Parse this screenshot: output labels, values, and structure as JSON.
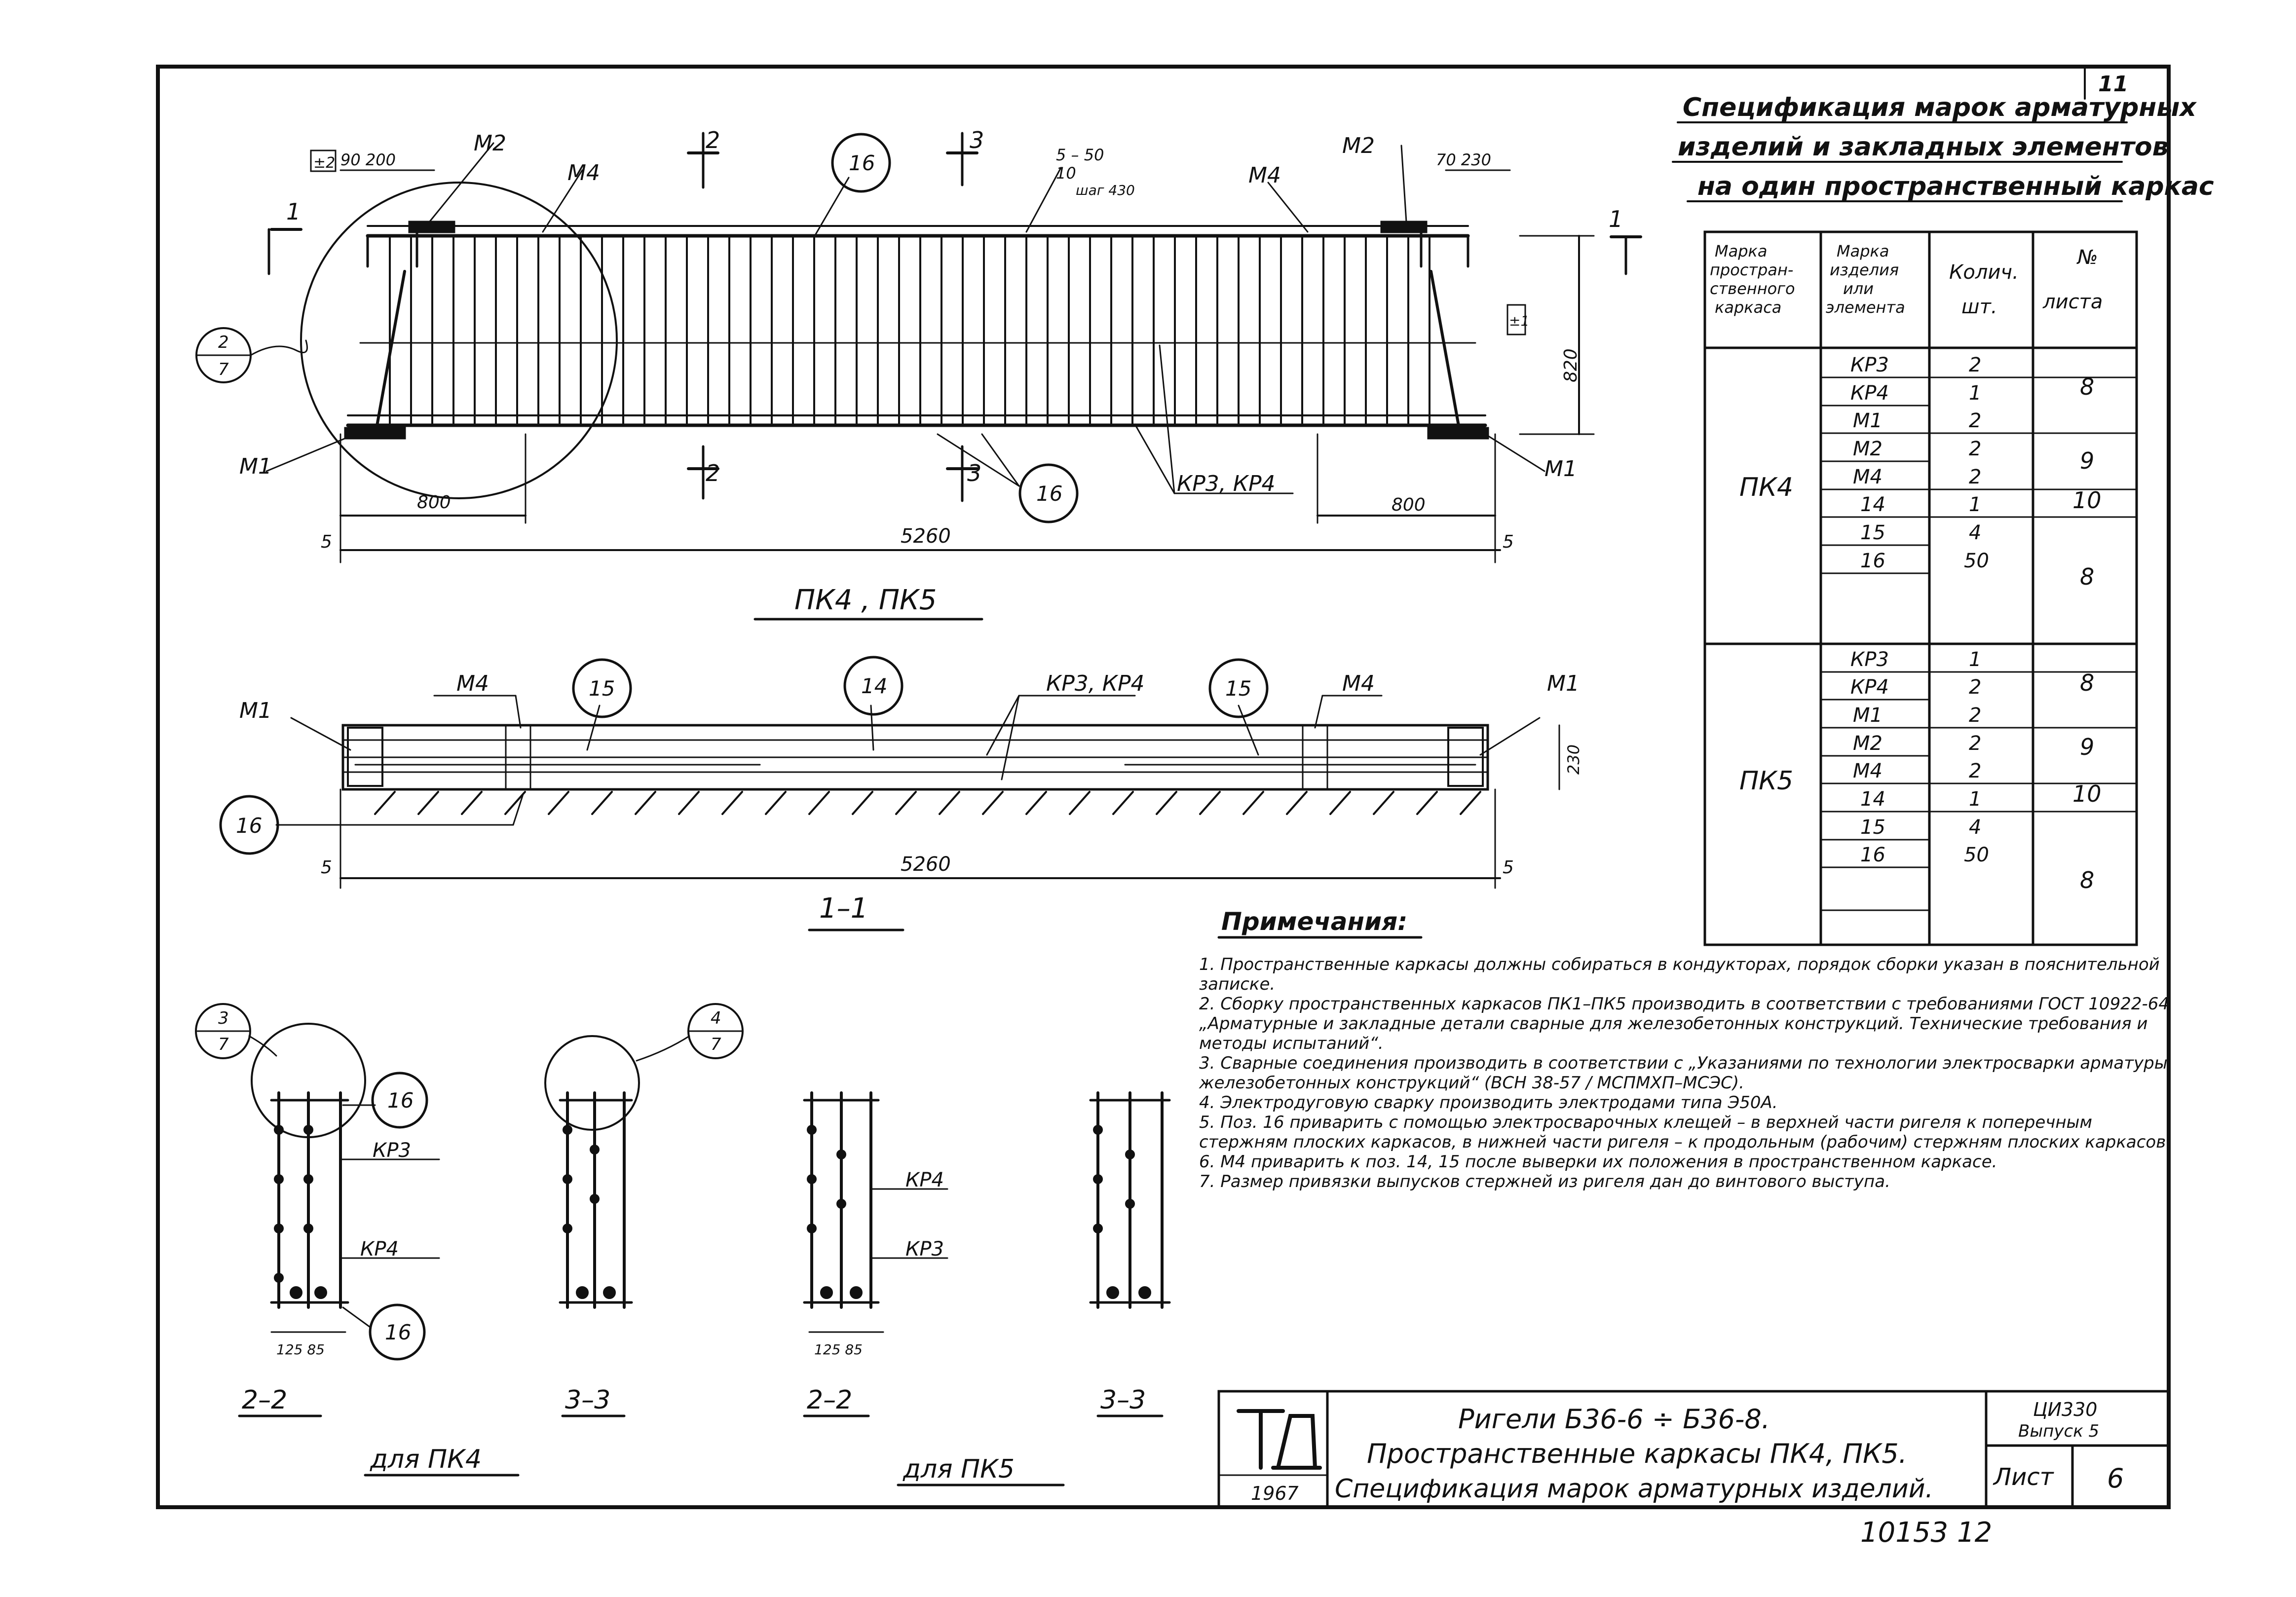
{
  "sheet_number_corner": "11",
  "spec": {
    "title_lines": [
      "Спецификация марок арматурных",
      "изделий и закладных элементов",
      "на один пространственный каркас"
    ],
    "headers": {
      "frame_mark": "Марка пространственного каркаса",
      "item_mark": "Марка изделия или элемента",
      "qty": "Колич. шт.",
      "sheet_no": "№ листа"
    },
    "groups": [
      {
        "frame": "ПК4",
        "rows": [
          {
            "item": "КР3",
            "qty": "2"
          },
          {
            "item": "КР4",
            "qty": "1"
          },
          {
            "item": "М1",
            "qty": "2"
          },
          {
            "item": "М2",
            "qty": "2"
          },
          {
            "item": "М4",
            "qty": "2"
          },
          {
            "item": "14",
            "qty": "1"
          },
          {
            "item": "15",
            "qty": "4"
          },
          {
            "item": "16",
            "qty": "50"
          }
        ],
        "sheets": [
          "8",
          "9",
          "10",
          "8"
        ]
      },
      {
        "frame": "ПК5",
        "rows": [
          {
            "item": "КР3",
            "qty": "1"
          },
          {
            "item": "КР4",
            "qty": "2"
          },
          {
            "item": "М1",
            "qty": "2"
          },
          {
            "item": "М2",
            "qty": "2"
          },
          {
            "item": "М4",
            "qty": "2"
          },
          {
            "item": "14",
            "qty": "1"
          },
          {
            "item": "15",
            "qty": "4"
          },
          {
            "item": "16",
            "qty": "50"
          }
        ],
        "sheets": [
          "8",
          "9",
          "10",
          "8"
        ]
      }
    ]
  },
  "elevation": {
    "level_mark": "±2",
    "dim_top_left": "90 200",
    "dim_top_right": "70 230",
    "spacing_note_top": "5 – 50",
    "spacing_note_mid": "10",
    "spacing_note_bottom": "шаг 430",
    "height_dim": "820",
    "height_mark": "±1",
    "dim_left_800": "800",
    "dim_right_800": "800",
    "total_length": "5260",
    "axis_left": "5",
    "axis_right": "5",
    "labels": {
      "m2_left": "М2",
      "m4_left": "М4",
      "m4_right": "М4",
      "m2_right": "М2",
      "m1_left": "М1",
      "m1_right": "М1",
      "kp": "КР3, КР4"
    },
    "section_marks": {
      "s1": "1",
      "s2": "2",
      "s3": "3"
    },
    "bubble_16": "16",
    "detail_ref": {
      "num": "2",
      "den": "7"
    },
    "caption": "ПК4 , ПК5"
  },
  "plan": {
    "labels": {
      "m1_left": "М1",
      "m4_left": "М4",
      "kp": "КР3, КР4",
      "m4_right": "М4",
      "m1_right": "М1"
    },
    "bubbles": {
      "b15": "15",
      "b14": "14",
      "b16": "16"
    },
    "width_dim": "230",
    "total_length": "5260",
    "axis_left": "5",
    "axis_right": "5",
    "caption": "1–1"
  },
  "sections": {
    "s22a": "2–2",
    "s33a": "3–3",
    "s22b": "2–2",
    "s33b": "3–3",
    "kp3": "КР3",
    "kp4": "КР4",
    "b16": "16",
    "dims": "125 85",
    "detail3": {
      "num": "3",
      "den": "7"
    },
    "detail4": {
      "num": "4",
      "den": "7"
    },
    "for_pk4": "для ПК4",
    "for_pk5": "для ПК5"
  },
  "notes": {
    "title": "Примечания:",
    "items": [
      "1. Пространственные каркасы должны собираться в кондукторах, порядок сборки указан в пояснительной записке.",
      "2. Сборку пространственных каркасов ПК1–ПК5 производить в соответствии с требованиями ГОСТ 10922-64 „Арматурные и закладные детали сварные для железобетонных конструкций. Технические требования и методы испытаний“.",
      "3. Сварные соединения производить в соответствии с „Указаниями по технологии электросварки арматуры железобетонных конструкций“ (ВСН 38-57 / МСПМХП–МСЭС).",
      "4. Электродуговую сварку производить электродами типа Э50А.",
      "5. Поз. 16 приварить с помощью электросварочных клещей – в верхней части ригеля к поперечным стержням плоских каркасов, в нижней части ригеля – к продольным (рабочим) стержням плоских каркасов.",
      "6. М4 приварить к поз. 14, 15 после выверки их положения в пространственном каркасе.",
      "7. Размер привязки выпусков стержней из ригеля дан до винтового выступа."
    ]
  },
  "title_block": {
    "logo": "ТД",
    "year": "1967",
    "title_lines": [
      "Ригели Б36-6 ÷ Б36-8.",
      "Пространственные каркасы ПК4, ПК5.",
      "Спецификация марок арматурных изделий."
    ],
    "series": "ЦИ330",
    "issue": "Выпуск 5",
    "sheet_label": "Лист",
    "sheet_value": "6"
  },
  "archive_number": "10153 12"
}
